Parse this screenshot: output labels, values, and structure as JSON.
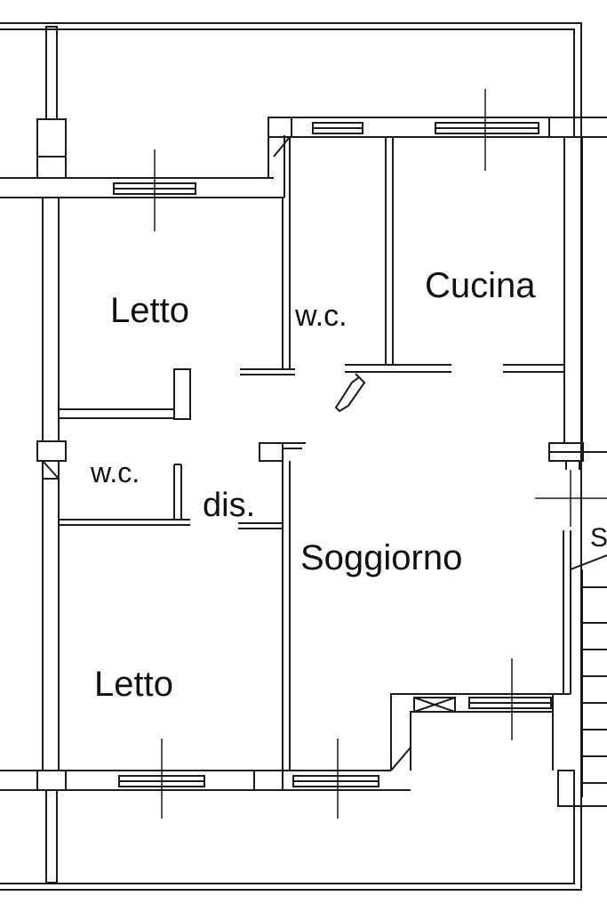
{
  "colors": {
    "line": "#1a1a1a",
    "background": "#ffffff"
  },
  "rooms": {
    "letto_top": "Letto",
    "wc_top": "w.c.",
    "cucina": "Cucina",
    "wc_small": "w.c.",
    "dis": "dis.",
    "soggiorno": "Soggiorno",
    "letto_bottom": "Letto",
    "edge_letter": "S"
  }
}
